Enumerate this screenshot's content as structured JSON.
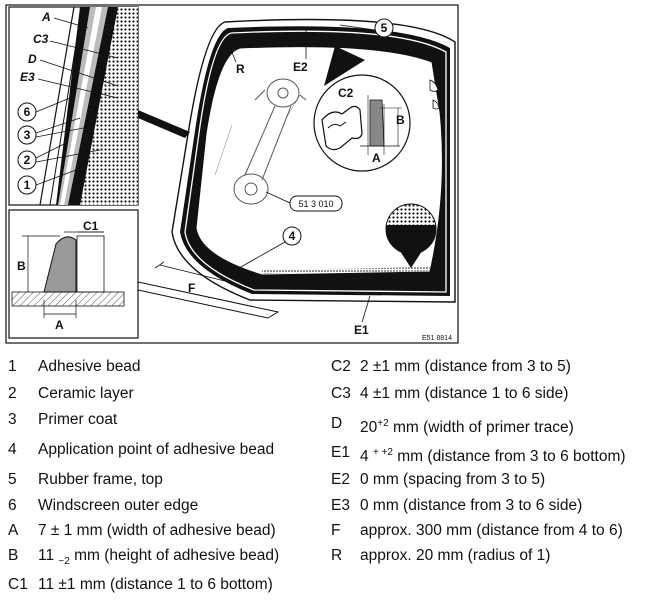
{
  "figure": {
    "detail_labels": {
      "A": "A",
      "C3": "C3",
      "D": "D",
      "E3": "E3",
      "n6": "6",
      "n3": "3",
      "n2": "2",
      "n1": "1"
    },
    "main_labels": {
      "n5": "5",
      "R": "R",
      "E2": "E2",
      "n4": "4",
      "F": "F",
      "E1": "E1",
      "C2": "C2",
      "B_right": "B",
      "A_right": "A",
      "C1_left": "C1",
      "B_left": "B",
      "A_left": "A"
    },
    "part_number": "51 3 010",
    "image_code": "E51 8814"
  },
  "legend": [
    {
      "key": "1",
      "desc": "Adhesive bead"
    },
    {
      "key": "2",
      "desc": "Ceramic layer"
    },
    {
      "key": "3",
      "desc": "Primer coat"
    },
    {
      "key": "4",
      "desc": "Application point of adhesive bead"
    },
    {
      "key": "5",
      "desc": "Rubber frame, top"
    },
    {
      "key": "6",
      "desc": "Windscreen outer edge"
    },
    {
      "key": "A",
      "desc": "7 ± 1 mm (width of adhesive bead)"
    },
    {
      "key": "B",
      "pre": "11 ",
      "sub": "−2",
      "post": " mm (height of adhesive bead)"
    },
    {
      "key": "C1",
      "desc": "11 ±1 mm (distance 1 to 6 bottom)"
    },
    {
      "key": "C2",
      "desc": "2 ±1 mm (distance from 3 to 5)"
    },
    {
      "key": "C3",
      "desc": "4 ±1 mm (distance 1 to 6 side)"
    },
    {
      "key": "D",
      "pre": "20",
      "sup": "+2",
      "post": " mm (width of primer trace)"
    },
    {
      "key": "E1",
      "pre": "4 ",
      "sup": "+ +2",
      "post": " mm (distance from 3 to 6 bottom)"
    },
    {
      "key": "E2",
      "desc": "0 mm (spacing from 3 to 5)"
    },
    {
      "key": "E3",
      "desc": "0 mm (distance from 3 to 6 side)"
    },
    {
      "key": "F",
      "desc": "approx. 300 mm (distance from 4 to 6)"
    },
    {
      "key": "R",
      "desc": "approx. 20 mm (radius of 1)"
    }
  ]
}
